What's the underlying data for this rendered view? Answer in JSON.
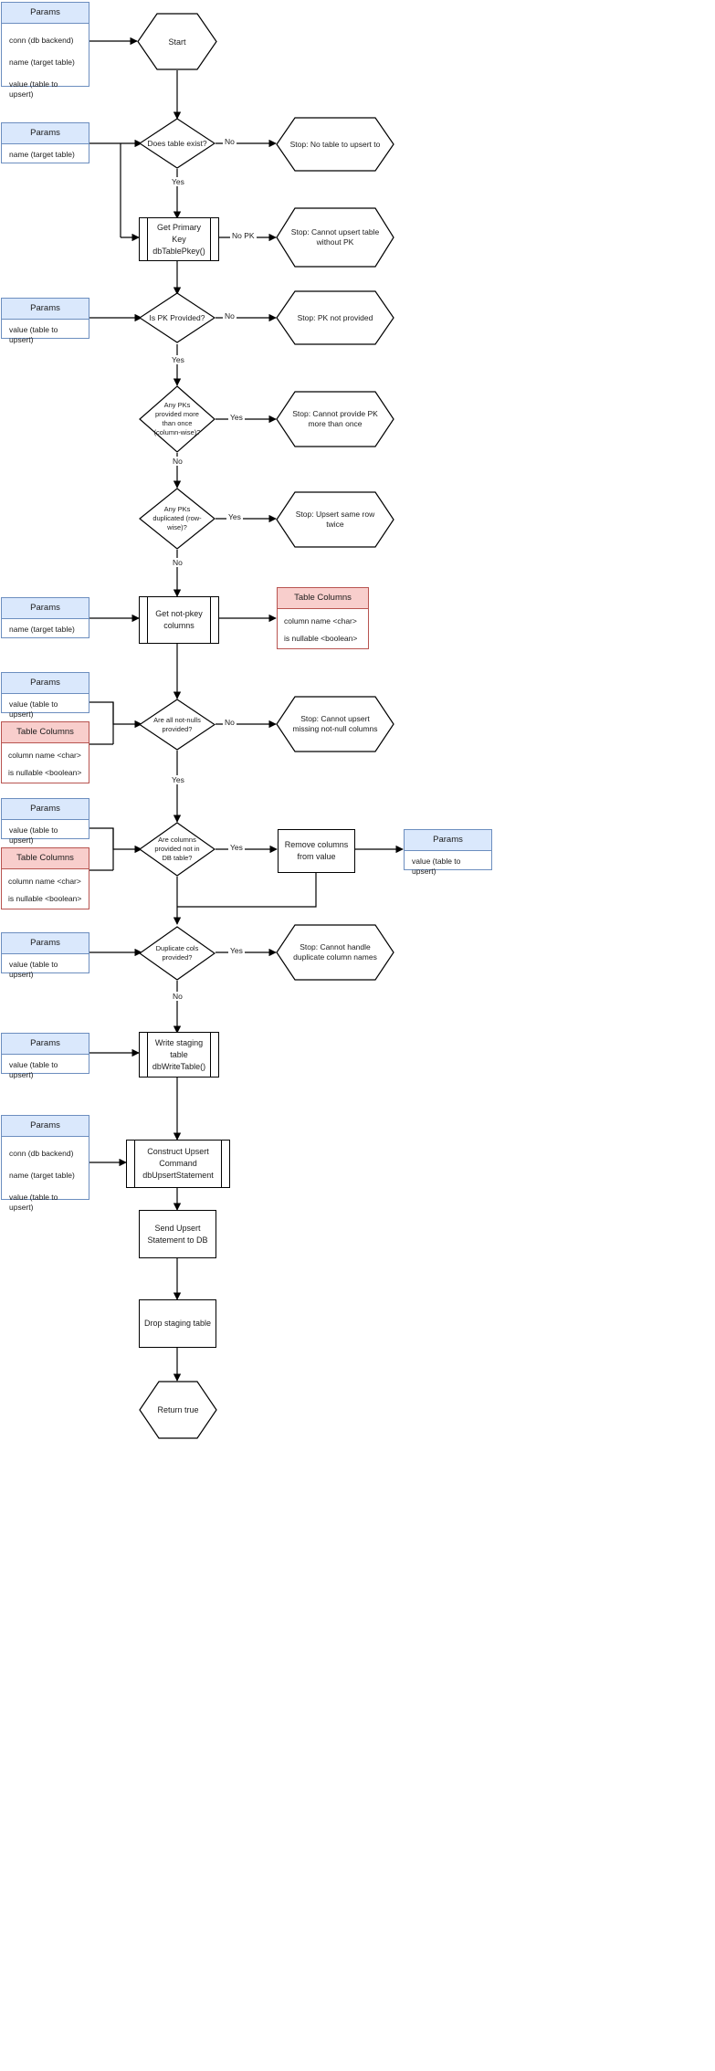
{
  "diagram": {
    "title": "dbUpsert flowchart",
    "colors": {
      "params_fill": "#dae8fc",
      "params_stroke": "#6c8ebf",
      "table_columns_fill": "#f8cecc",
      "table_columns_stroke": "#b85450",
      "shape_stroke": "#000000",
      "shape_fill": "#ffffff",
      "text": "#1b1b1b"
    }
  },
  "entities": {
    "params_start": {
      "header": "Params",
      "rows": [
        "conn (db backend)",
        "name (target table)",
        "value (table to upsert)"
      ]
    },
    "params_exists": {
      "header": "Params",
      "rows": [
        "name (target table)"
      ]
    },
    "params_pk_provided": {
      "header": "Params",
      "rows": [
        "value (table to upsert)"
      ]
    },
    "params_notpkey": {
      "header": "Params",
      "rows": [
        "name (target table)"
      ]
    },
    "params_notnull": {
      "header": "Params",
      "rows": [
        "value (table to upsert)"
      ]
    },
    "table_columns_notnull": {
      "header": "Table Columns",
      "rows": [
        "column name <char>",
        "is nullable <boolean>"
      ]
    },
    "params_notindb": {
      "header": "Params",
      "rows": [
        "value (table to upsert)"
      ]
    },
    "table_columns_notindb": {
      "header": "Table Columns",
      "rows": [
        "column name <char>",
        "is nullable <boolean>"
      ]
    },
    "table_columns_out": {
      "header": "Table Columns",
      "rows": [
        "column name <char>",
        "is nullable <boolean>"
      ]
    },
    "params_removed_out": {
      "header": "Params",
      "rows": [
        "value (table to upsert)"
      ]
    },
    "params_dupcols": {
      "header": "Params",
      "rows": [
        "value (table to upsert)"
      ]
    },
    "params_write_staging": {
      "header": "Params",
      "rows": [
        "value (table to upsert)"
      ]
    },
    "params_construct": {
      "header": "Params",
      "rows": [
        "conn (db backend)",
        "name (target table)",
        "value (table to upsert)"
      ]
    }
  },
  "nodes": {
    "start": {
      "label": "Start"
    },
    "does_table_exist": {
      "label": "Does table exist?"
    },
    "stop_no_table": {
      "label": "Stop: No table to upsert to"
    },
    "get_primary_key": {
      "label": "Get Primary Key\ndbTablePkey()"
    },
    "stop_no_pk": {
      "label": "Stop: Cannot upsert table\nwithout PK"
    },
    "is_pk_provided": {
      "label": "Is PK Provided?"
    },
    "stop_pk_not_provided": {
      "label": "Stop: PK not provided"
    },
    "any_pks_column_wise": {
      "label": "Any PKs\nprovided more\nthan once\n(column-wise)?"
    },
    "stop_pk_more_than_once": {
      "label": "Stop: Cannot provide PK\nmore than once"
    },
    "any_pks_row_wise": {
      "label": "Any PKs\nduplicated (row-\nwise)?"
    },
    "stop_upsert_same_row": {
      "label": "Stop: Upsert same row\ntwice"
    },
    "get_not_pkey_columns": {
      "label": "Get not-pkey\ncolumns"
    },
    "are_all_notnull_provided": {
      "label": "Are all not-nulls\nprovided?"
    },
    "stop_missing_notnull": {
      "label": "Stop: Cannot upsert\nmissing not-null columns"
    },
    "are_columns_not_in_db": {
      "label": "Are columns\nprovided not in\nDB table?"
    },
    "remove_columns": {
      "label": "Remove columns from\nvalue"
    },
    "duplicate_cols_provided": {
      "label": "Duplicate cols\nprovided?"
    },
    "stop_duplicate_columns": {
      "label": "Stop: Cannot handle\nduplicate column names"
    },
    "write_staging_table": {
      "label": "Write staging table\ndbWriteTable()"
    },
    "construct_upsert": {
      "label": "Construct Upsert Command\ndbUpsertStatement"
    },
    "send_upsert": {
      "label": "Send Upsert Statement to\nDB"
    },
    "drop_staging": {
      "label": "Drop staging table"
    },
    "return_true": {
      "label": "Return true"
    }
  },
  "edge_labels": {
    "exist_no": "No",
    "exist_yes": "Yes",
    "pkey_nopk": "No PK",
    "pk_provided_no": "No",
    "pk_provided_yes": "Yes",
    "colwise_yes": "Yes",
    "colwise_no": "No",
    "rowwise_yes": "Yes",
    "rowwise_no": "No",
    "notnull_no": "No",
    "notnull_yes": "Yes",
    "notindb_yes": "Yes",
    "dupcols_yes": "Yes",
    "dupcols_no": "No"
  }
}
